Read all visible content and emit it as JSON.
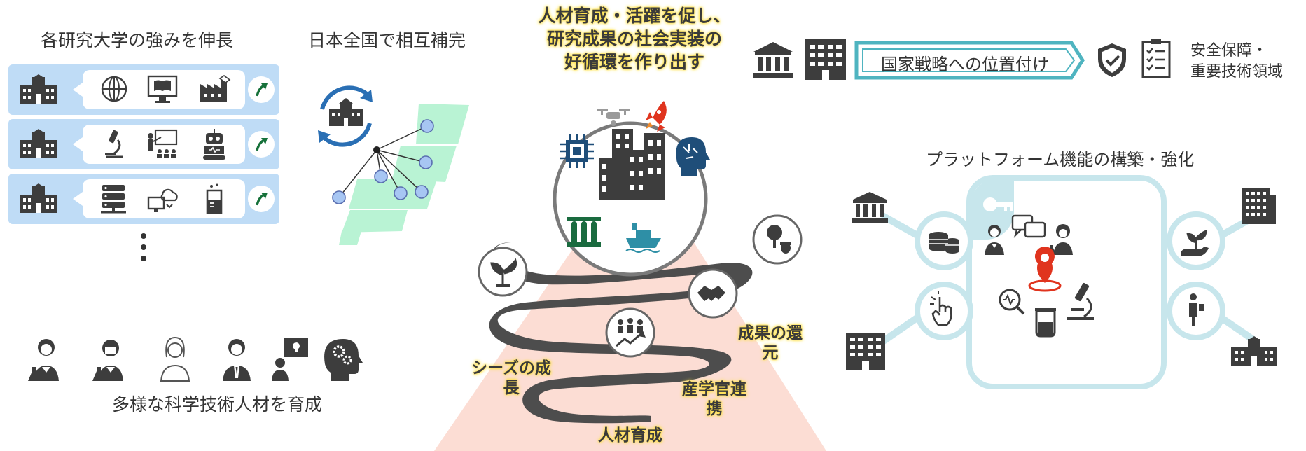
{
  "left": {
    "title": "各研究大学の強みを伸長",
    "bottom_label": "多様な科学技術人材を育成"
  },
  "japan": {
    "title": "日本全国で相互補完"
  },
  "center": {
    "title_lines": [
      "人材育成・活躍を促し、",
      "研究成果の社会実装の",
      "好循環を作り出す"
    ],
    "labels": {
      "seeds_a": "シーズの成",
      "seeds_b": "長",
      "talent": "人材育成",
      "industry_a": "産学官連",
      "industry_b": "携",
      "return_a": "成果の還",
      "return_b": "元"
    }
  },
  "strategy": {
    "arrow_label": "国家戦略への位置付け",
    "security_line1": "安全保障・",
    "security_line2": "重要技術領域"
  },
  "platform": {
    "title": "プラットフォーム機能の構築・強化"
  },
  "colors": {
    "light_blue": "#bfdcf6",
    "mint": "#b9f3d4",
    "teal": "#4fb4c0",
    "platform_blue": "#c7e6ec",
    "red": "#e0341e",
    "gray": "#4a4a4a",
    "yellow": "#ffe24a"
  }
}
